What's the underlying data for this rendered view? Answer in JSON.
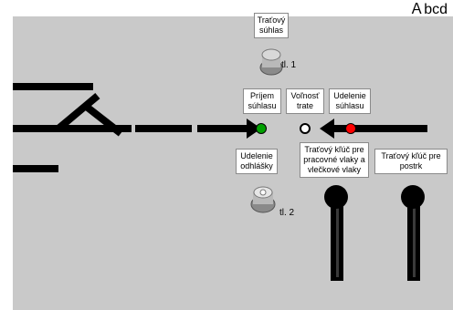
{
  "header": {
    "title": "Ａbсd"
  },
  "labels": {
    "tratovy_suhlas": "Traťový súhlas",
    "prijem_suhlasu": "Príjem súhlasu",
    "volnost_trate": "Voľnosť trate",
    "udelenie_suhlasu": "Udelenie súhlasu",
    "udelenie_odhlasky": "Udelenie odhlášky",
    "key_pracovne": "Traťový kľúč pre pracovné vlaky a vlečkové vlaky",
    "key_postrk": "Traťový kľúč pre postrk"
  },
  "buttons": {
    "tl1": "tl. 1",
    "tl2": "tl. 2"
  },
  "lamps": {
    "prijem_color": "#00a000",
    "volnost_color": "#ffffff",
    "udelenie_color": "#ff0000"
  }
}
